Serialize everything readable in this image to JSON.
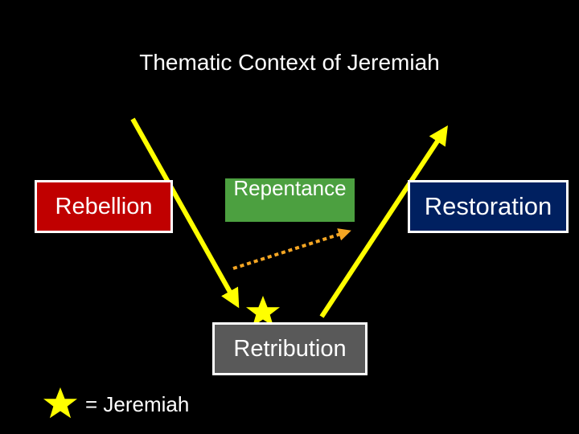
{
  "title": "Thematic Context of Jeremiah",
  "boxes": {
    "rebellion": "Rebellion",
    "repentance": "Repentance",
    "restoration": "Restoration",
    "retribution": "Retribution"
  },
  "legend": {
    "label": "= Jeremiah",
    "icon": "star-icon"
  },
  "colors": {
    "background": "#000000",
    "rebellion": "#c00000",
    "repentance": "#4ca040",
    "restoration": "#002060",
    "retribution": "#595959",
    "arrow": "#ffff00",
    "dashed_arrow": "#f5a623",
    "star": "#ffff00"
  }
}
